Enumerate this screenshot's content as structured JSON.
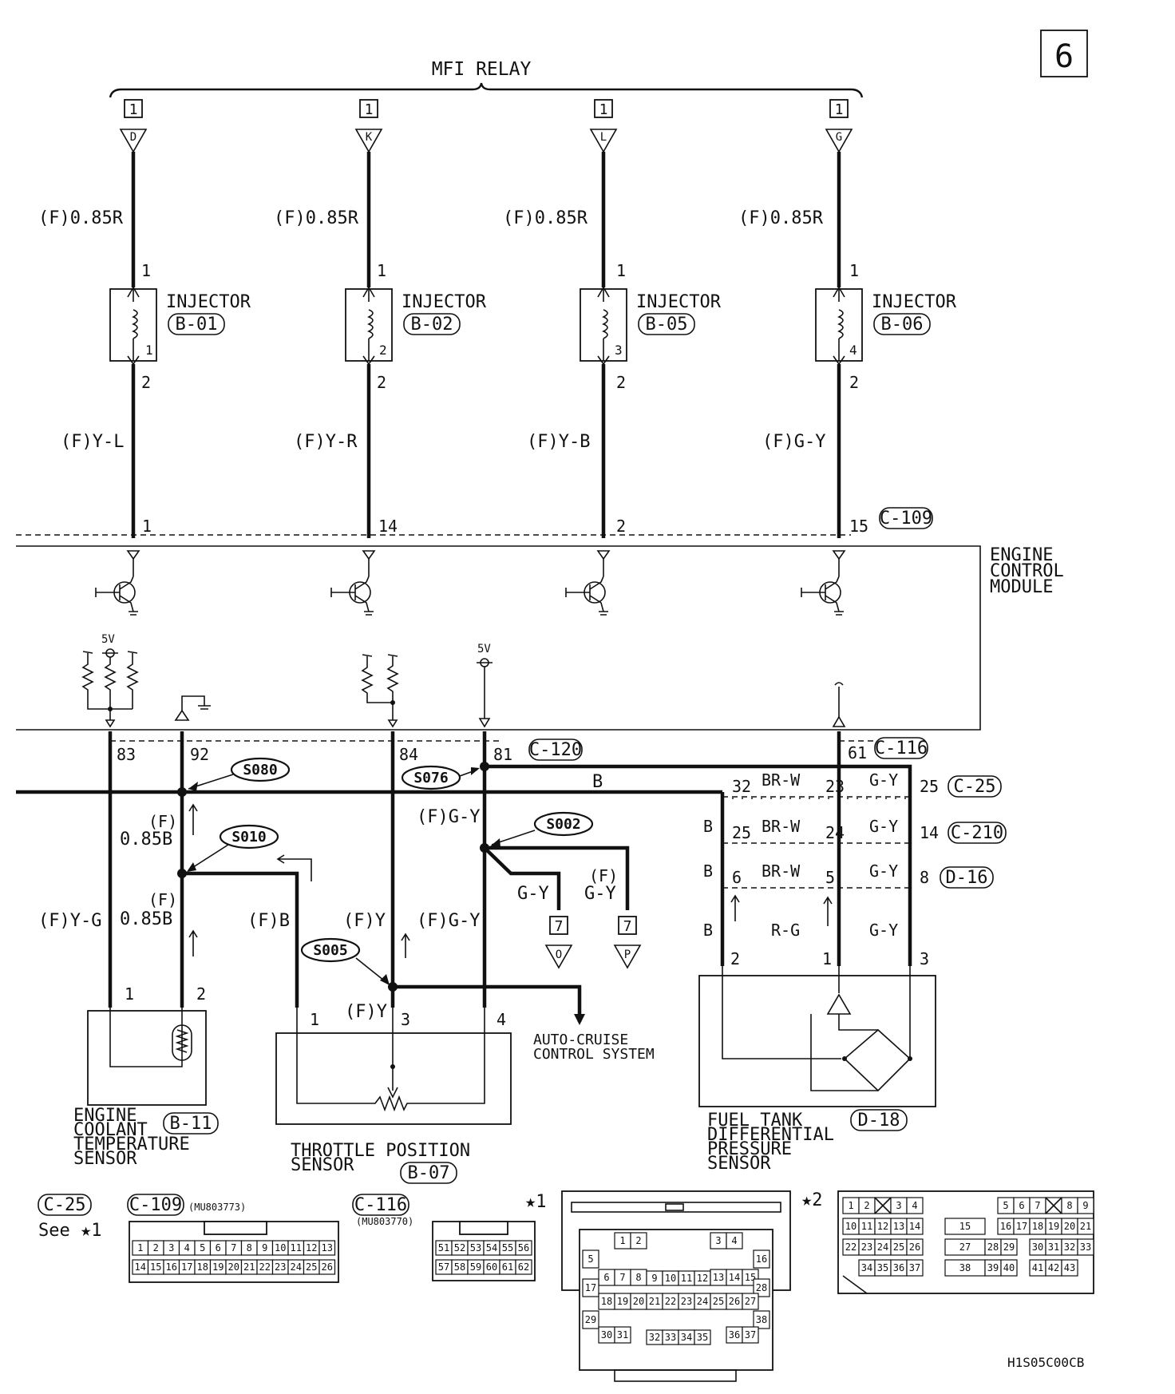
{
  "page_number": "6",
  "title": "MFI RELAY",
  "injectors": [
    {
      "relay_pin": "1",
      "terminal": "D",
      "wire_in": "(F)0.85R",
      "pin_top": "1",
      "label": "INJECTOR",
      "connector": "B-01",
      "number": "1",
      "pin_bottom": "2",
      "wire_out": "(F)Y-L",
      "ecm_pin": "1"
    },
    {
      "relay_pin": "1",
      "terminal": "K",
      "wire_in": "(F)0.85R",
      "pin_top": "1",
      "label": "INJECTOR",
      "connector": "B-02",
      "number": "2",
      "pin_bottom": "2",
      "wire_out": "(F)Y-R",
      "ecm_pin": "14"
    },
    {
      "relay_pin": "1",
      "terminal": "L",
      "wire_in": "(F)0.85R",
      "pin_top": "1",
      "label": "INJECTOR",
      "connector": "B-05",
      "number": "3",
      "pin_bottom": "2",
      "wire_out": "(F)Y-B",
      "ecm_pin": "2"
    },
    {
      "relay_pin": "1",
      "terminal": "G",
      "wire_in": "(F)0.85R",
      "pin_top": "1",
      "label": "INJECTOR",
      "connector": "B-06",
      "number": "4",
      "pin_bottom": "2",
      "wire_out": "(F)G-Y",
      "ecm_pin": "15"
    }
  ],
  "ecm": {
    "connector_top": "C-109",
    "name_lines": [
      "ENGINE",
      "CONTROL",
      "MODULE"
    ],
    "supply_5v": "5V",
    "pins": [
      "83",
      "92",
      "84",
      "81",
      "61"
    ],
    "connector_mid": "C-120",
    "connector_right": "C-116"
  },
  "splices": [
    "S080",
    "S076",
    "S010",
    "S002",
    "S005"
  ],
  "wires": {
    "ground_bus": "B",
    "f_label": "(F)",
    "b085": "0.85B",
    "yg": "(F)Y-G",
    "fb": "(F)B",
    "fy": "(F)Y",
    "fgy": "(F)G-Y",
    "gy": "G-Y",
    "b": "B",
    "brw": "BR-W",
    "rg": "R-G",
    "fy_tps": "(F)Y"
  },
  "right_pins": {
    "row1": {
      "left": "32",
      "mid": "23",
      "right": "25",
      "connector": "C-25"
    },
    "row2": {
      "left": "25",
      "mid": "24",
      "right": "14",
      "connector": "C-210"
    },
    "row3": {
      "left": "6",
      "mid": "5",
      "right": "8",
      "connector": "D-16"
    },
    "sensor": {
      "left": "2",
      "mid": "1",
      "right": "3"
    }
  },
  "to_page": [
    {
      "page": "7",
      "terminal": "O"
    },
    {
      "page": "7",
      "terminal": "P"
    }
  ],
  "auto_cruise": [
    "AUTO-CRUISE",
    "CONTROL SYSTEM"
  ],
  "sensors": {
    "ect": {
      "lines": [
        "ENGINE",
        "COOLANT",
        "TEMPERATURE",
        "SENSOR"
      ],
      "connector": "B-11",
      "pins": [
        "1",
        "2"
      ]
    },
    "tps": {
      "lines": [
        "THROTTLE POSITION",
        "SENSOR"
      ],
      "connector": "B-07",
      "pins": [
        "1",
        "3",
        "4"
      ]
    },
    "ftdp": {
      "lines": [
        "FUEL TANK",
        "DIFFERENTIAL",
        "PRESSURE",
        "SENSOR"
      ],
      "connector": "D-18",
      "pins": [
        "2",
        "1",
        "3"
      ]
    }
  },
  "connectors": {
    "c25": {
      "id": "C-25",
      "see": "See ★1"
    },
    "c109": {
      "id": "C-109",
      "part": "(MU803773)",
      "row1": [
        "1",
        "2",
        "3",
        "4",
        "5",
        "6",
        "7",
        "8",
        "9",
        "10",
        "11",
        "12",
        "13"
      ],
      "row2": [
        "14",
        "15",
        "16",
        "17",
        "18",
        "19",
        "20",
        "21",
        "22",
        "23",
        "24",
        "25",
        "26"
      ]
    },
    "c116": {
      "id": "C-116",
      "part": "(MU803770)",
      "row1": [
        "51",
        "52",
        "53",
        "54",
        "55",
        "56"
      ],
      "row2": [
        "57",
        "58",
        "59",
        "60",
        "61",
        "62"
      ]
    },
    "star1": {
      "label": "★1"
    },
    "star2": {
      "label": "★2"
    }
  },
  "diagram_code": "H1S05C00CB"
}
